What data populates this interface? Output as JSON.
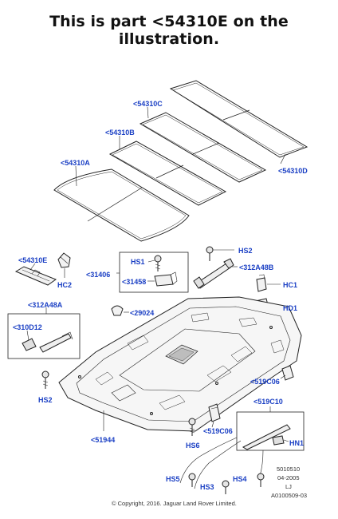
{
  "heading": "This is part <54310E on the illustration.",
  "labels": {
    "p54310C": "<54310C",
    "p54310B": "<54310B",
    "p54310A": "<54310A",
    "p54310D": "<54310D",
    "p54310E": "<54310E",
    "HC2": "HC2",
    "p31406": "<31406",
    "HS1": "HS1",
    "p31458": "<31458",
    "HS2_top": "HS2",
    "p312A48B": "<312A48B",
    "HC1": "HC1",
    "HD1": "HD1",
    "p312A48A": "<312A48A",
    "p310D12": "<310D12",
    "p29024": "<29024",
    "p519C06_right": "<519C06",
    "p519C10": "<519C10",
    "HS2_left": "HS2",
    "p51944": "<51944",
    "p519C06_mid": "<519C06",
    "HS6": "HS6",
    "HN1": "HN1",
    "HS5": "HS5",
    "HS3": "HS3",
    "HS4": "HS4"
  },
  "footer": {
    "code1": "5010510",
    "date": "04-2005",
    "initials": "LJ",
    "ref": "A0100509-03",
    "copyright": "© Copyright, 2016. Jaguar Land Rover Limited."
  },
  "colors": {
    "label": "#1a3fc4",
    "line": "#222222"
  }
}
